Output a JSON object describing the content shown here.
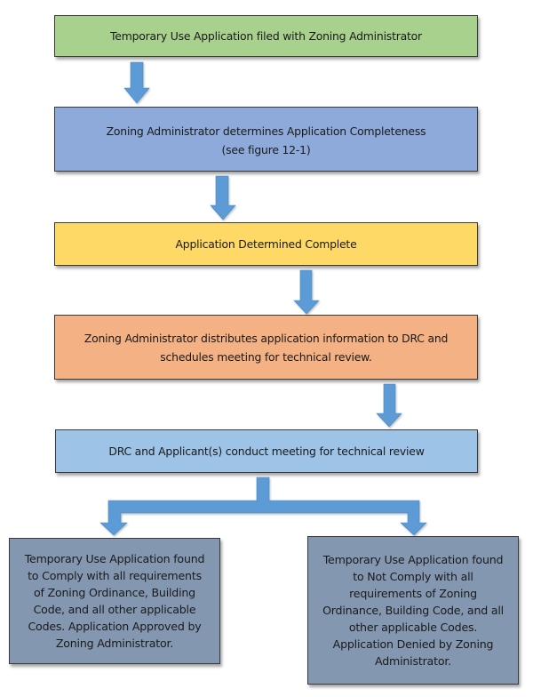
{
  "diagram": {
    "type": "flowchart",
    "colors": {
      "arrow": "#5b9bd5",
      "border": "#3a3a3a"
    },
    "nodes": [
      {
        "id": "filed",
        "text": "Temporary Use Application filed with  Zoning Administrator",
        "fill": "#a9d18e"
      },
      {
        "id": "completeness",
        "text": "Zoning Administrator determines Application Completeness\n(see figure 12-1)",
        "fill": "#8eaadb"
      },
      {
        "id": "complete",
        "text": "Application Determined Complete",
        "fill": "#ffd966"
      },
      {
        "id": "distribute",
        "text": "Zoning Administrator distributes application information to DRC and\nschedules meeting for technical review.",
        "fill": "#f4b183"
      },
      {
        "id": "meeting",
        "text": "DRC and Applicant(s) conduct meeting for technical review",
        "fill": "#9dc3e6"
      },
      {
        "id": "approved",
        "text": "Temporary Use Application found\nto Comply with all requirements\nof Zoning Ordinance, Building\nCode, and all other applicable\nCodes.  Application Approved by\nZoning Administrator.",
        "fill": "#8497b0"
      },
      {
        "id": "denied",
        "text": "Temporary Use Application found\nto Not Comply with all\nrequirements of Zoning\nOrdinance, Building Code, and all\nother applicable Codes.\nApplication Denied by Zoning\nAdministrator.",
        "fill": "#8497b0"
      }
    ],
    "edges": [
      {
        "from": "filed",
        "to": "completeness"
      },
      {
        "from": "completeness",
        "to": "complete"
      },
      {
        "from": "complete",
        "to": "distribute"
      },
      {
        "from": "distribute",
        "to": "meeting"
      },
      {
        "from": "meeting",
        "to": "approved"
      },
      {
        "from": "meeting",
        "to": "denied"
      }
    ]
  }
}
